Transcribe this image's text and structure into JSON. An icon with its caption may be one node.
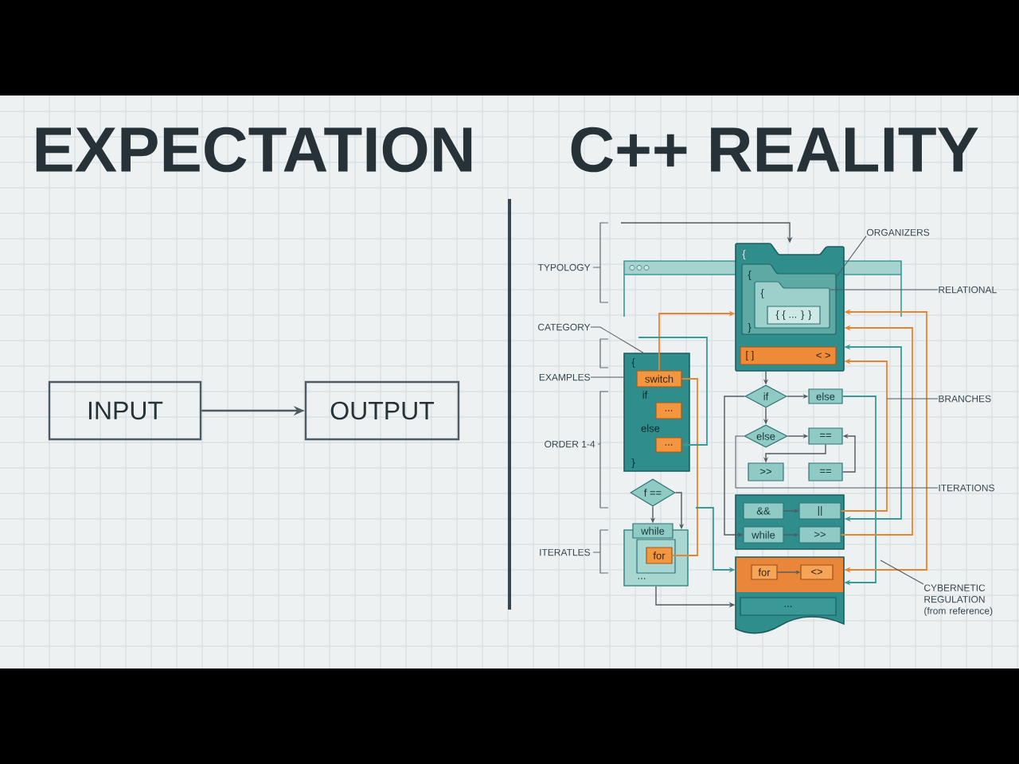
{
  "diagram": {
    "nodes": [
      {
        "text": [
          "INPUT"
        ]
      },
      {
        "text": [
          "OUTPUT"
        ]
      },
      {
        "text": [
          "CATEGORY"
        ]
      },
      {
        "text": [
          "EXAMPLES"
        ]
      },
      {
        "text": [
          "{",
          "if",
          "else",
          "}"
        ]
      },
      {
        "text": [
          "switch"
        ],
        "in": 4
      },
      {
        "text": [
          "..."
        ],
        "in": 4
      },
      {
        "text": [
          "..."
        ],
        "in": 4
      },
      {
        "text": [
          "f =="
        ]
      },
      {
        "text": [
          "..."
        ]
      },
      {
        "text": [
          "while"
        ]
      },
      {
        "text": [
          "for"
        ],
        "in": 9
      },
      {
        "text": [
          "{"
        ]
      },
      {
        "text": [
          "{",
          "}"
        ],
        "in": 12
      },
      {
        "text": [
          "{"
        ],
        "in": 13
      },
      {
        "text": [
          "{ { ... } }"
        ],
        "in": 14
      },
      {
        "text": [
          "[ ]",
          "< >"
        ],
        "in": 12
      },
      {
        "text": [
          "if"
        ]
      },
      {
        "text": [
          "else"
        ]
      },
      {
        "text": [
          "else"
        ]
      },
      {
        "text": [
          "=="
        ]
      },
      {
        "text": [
          ">>"
        ]
      },
      {
        "text": [
          "=="
        ]
      },
      {
        "text": [],
        "shape": "box"
      },
      {
        "text": [
          "&&"
        ],
        "in": 23
      },
      {
        "text": [
          "||"
        ],
        "in": 23
      },
      {
        "text": [
          "while"
        ],
        "in": 23
      },
      {
        "text": [
          ">>"
        ],
        "in": 23
      },
      {
        "text": [],
        "shape": "box"
      },
      {
        "text": [
          "for"
        ],
        "in": 28
      },
      {
        "text": [
          "<>"
        ],
        "in": 28
      },
      {
        "text": [
          "..."
        ],
        "in": 28
      },
      {
        "text": [
          "ORGANIZERS"
        ]
      },
      {
        "text": [
          "RELATIONAL"
        ]
      },
      {
        "text": [
          "BRANCHES"
        ]
      },
      {
        "text": [
          "ITERATIONS"
        ]
      },
      {
        "text": [
          "CYBERNETIC REGULATION",
          "(from reference)"
        ]
      }
    ],
    "edges": [
      {
        "from": 0,
        "to": 1,
        "arrow": "to"
      },
      {
        "from": 2,
        "to": 4,
        "arrow": "none"
      },
      {
        "from": 3,
        "to": 4,
        "arrow": "none"
      },
      {
        "from": null,
        "to": 12,
        "arrow": "to"
      },
      {
        "from": 5,
        "to": 12,
        "arrow": "to",
        "color": "#e8842f"
      },
      {
        "from": 5,
        "to": 11,
        "arrow": "none",
        "color": "#e8842f"
      },
      {
        "from": null,
        "to": 7,
        "arrow": "to",
        "color": "#3a9a98"
      },
      {
        "from": 8,
        "to": 10,
        "arrow": "to"
      },
      {
        "from": 8,
        "to": 9,
        "arrow": "to"
      },
      {
        "from": 9,
        "to": 28,
        "arrow": "to"
      },
      {
        "from": null,
        "to": 28,
        "arrow": "to",
        "color": "#3a9a98"
      },
      {
        "from": 12,
        "to": 17,
        "arrow": "to"
      },
      {
        "from": 17,
        "to": 18,
        "arrow": "to"
      },
      {
        "from": 17,
        "to": 19,
        "arrow": "to"
      },
      {
        "from": 19,
        "to": 20,
        "arrow": "to"
      },
      {
        "from": 20,
        "to": 21,
        "arrow": "to"
      },
      {
        "from": 22,
        "to": 20,
        "arrow": "to"
      },
      {
        "from": 17,
        "to": 26,
        "arrow": "to"
      },
      {
        "from": 24,
        "to": 25,
        "arrow": "to"
      },
      {
        "from": 26,
        "to": 27,
        "arrow": "to"
      },
      {
        "from": 29,
        "to": 30,
        "arrow": "to"
      },
      {
        "from": 18,
        "to": 28,
        "arrow": "to",
        "color": "#3a9a98"
      },
      {
        "from": 25,
        "to": 12,
        "arrow": "to",
        "color": "#e8842f"
      },
      {
        "from": 27,
        "to": 12,
        "arrow": "to",
        "color": "#e8842f"
      },
      {
        "from": 28,
        "to": 12,
        "arrow": "both",
        "color": "#e8842f"
      },
      {
        "from": 12,
        "to": 23,
        "arrow": "both",
        "color": "#3a9a98"
      },
      {
        "from": 32,
        "to": 13,
        "arrow": "none"
      },
      {
        "from": 33,
        "to": 14,
        "arrow": "none"
      },
      {
        "from": 34,
        "to": null,
        "arrow": "none"
      },
      {
        "from": 35,
        "to": 19,
        "arrow": "none"
      },
      {
        "from": 36,
        "to": null,
        "arrow": "none"
      }
    ],
    "labels": [
      "EXPECTATION",
      "C++ REALITY",
      "TYPOLOGY",
      "ORDER 1-4",
      "ITERATLES"
    ]
  }
}
